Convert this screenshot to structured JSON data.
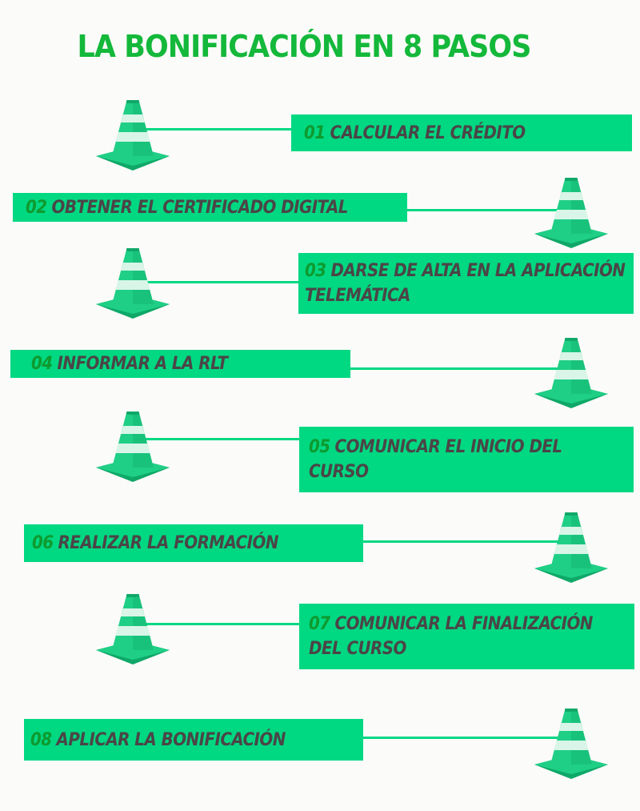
{
  "title": "La bonificación en 8 pasos",
  "colors": {
    "bar": "#00d882",
    "title": "#14b83a",
    "number": "#0f9a2e",
    "text": "#4b4547",
    "cone_light": "#1fcf86",
    "cone_dark": "#0fa868",
    "cone_stripe": "#d8f5e8"
  },
  "steps": [
    {
      "number": "01",
      "label": "Calcular el crédito"
    },
    {
      "number": "02",
      "label": "Obtener el certificado digital"
    },
    {
      "number": "03",
      "label": "Darse de alta en la aplicación telemática"
    },
    {
      "number": "04",
      "label": "Informar a la RLT"
    },
    {
      "number": "05",
      "label": "Comunicar el inicio del curso"
    },
    {
      "number": "06",
      "label": "Realizar la formación"
    },
    {
      "number": "07",
      "label": "Comunicar la finalización del curso"
    },
    {
      "number": "08",
      "label": "Aplicar la bonificación"
    }
  ],
  "icons": {
    "step_marker": "traffic-cone-icon"
  }
}
